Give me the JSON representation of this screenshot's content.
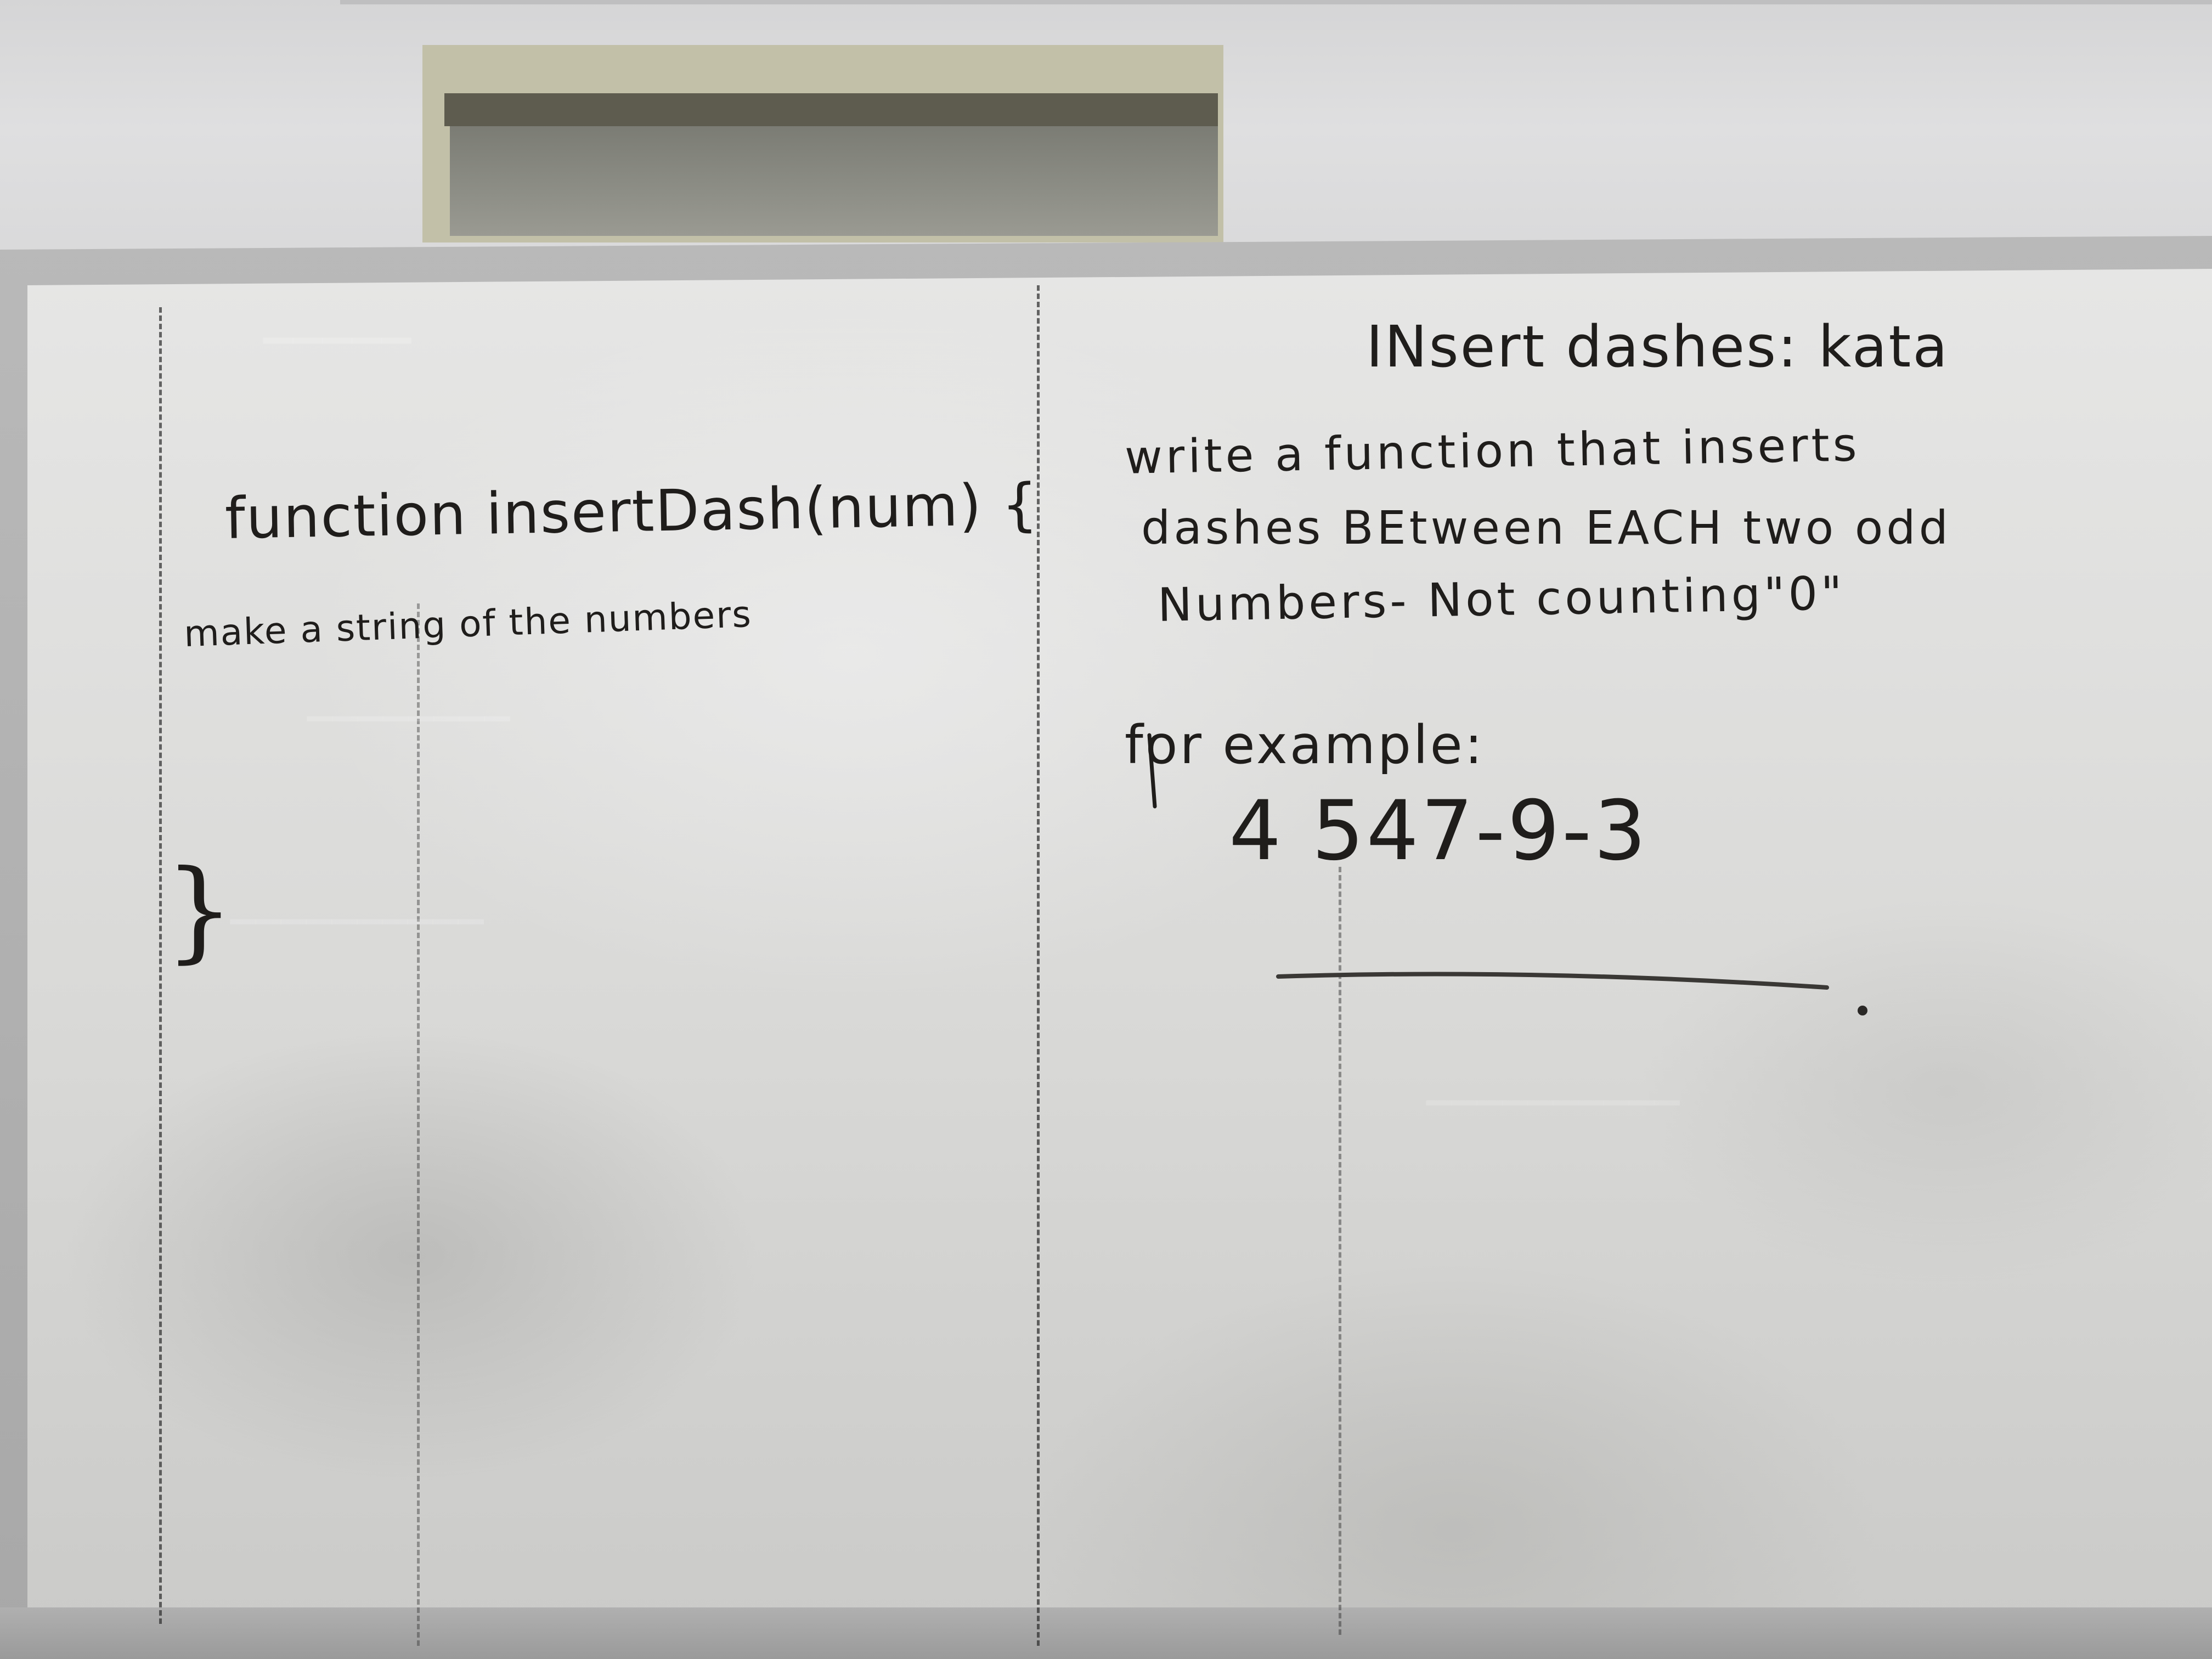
{
  "board": {
    "left_panel": {
      "function_signature": "function insertDash(num) {",
      "note": "make a string of the numbers",
      "closing_brace": "}"
    },
    "right_panel": {
      "title": "INsert dashes: kata",
      "description_line1": "write a function that inserts",
      "description_line2": "dashes BEtween EACH two odd",
      "description_line3": "Numbers- Not counting\"0\"",
      "example_label": "for example:",
      "example_value": "4 547-9-3"
    }
  },
  "colors": {
    "marker_ink": "#1f1d1b",
    "board_white": "#e2e2e0",
    "frame_gray": "#a9a9a9"
  }
}
